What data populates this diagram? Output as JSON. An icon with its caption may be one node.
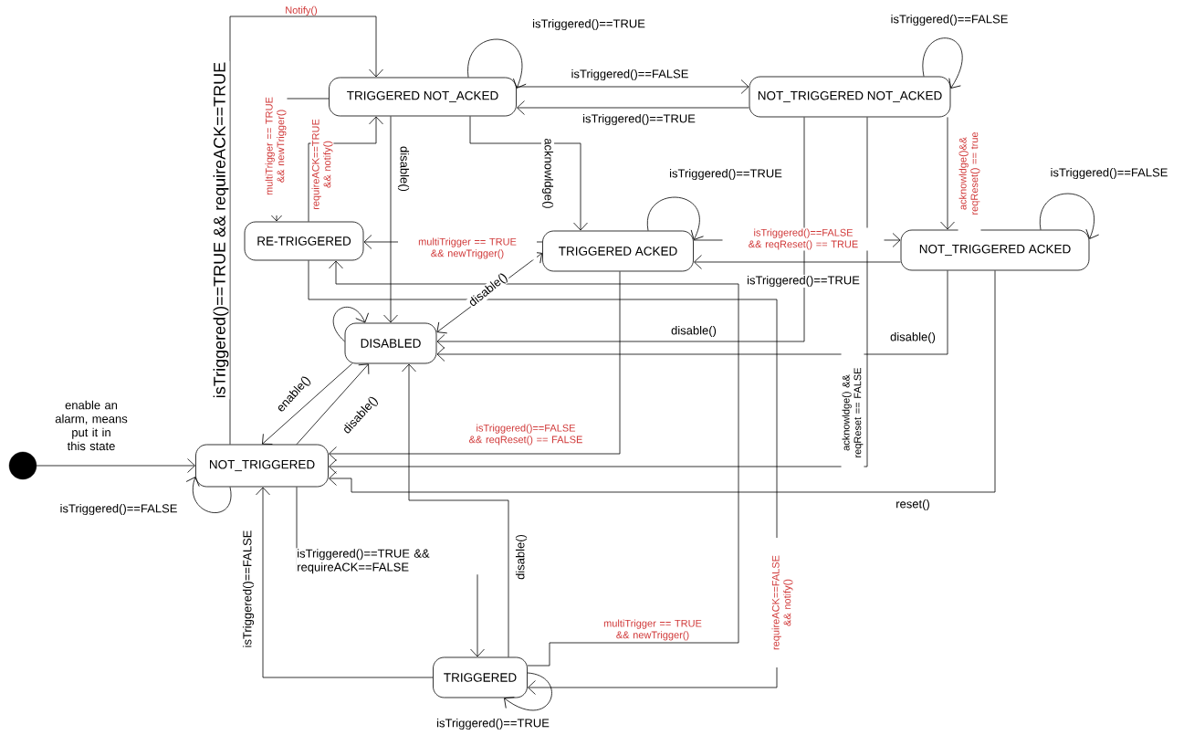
{
  "diagram": {
    "nodes": [
      {
        "text": [
          "TRIGGERED NOT_ACKED"
        ]
      },
      {
        "text": [
          "NOT_TRIGGERED NOT_ACKED"
        ]
      },
      {
        "text": [
          "RE-TRIGGERED"
        ]
      },
      {
        "text": [
          "TRIGGERED ACKED"
        ]
      },
      {
        "text": [
          "NOT_TRIGGERED ACKED"
        ]
      },
      {
        "text": [
          "DISABLED"
        ]
      },
      {
        "text": [],
        "shape": "circle"
      },
      {
        "text": [
          "NOT_TRIGGERED"
        ]
      },
      {
        "text": [
          "TRIGGERED"
        ]
      }
    ],
    "edges": [
      {
        "from": 6,
        "to": 7,
        "arrow": "to",
        "label": "enable an alarm, means put it in this state"
      },
      {
        "from": 7,
        "to": 7,
        "arrow": "to",
        "label": "isTriggered()==FALSE"
      },
      {
        "from": 7,
        "to": 0,
        "arrow": "to",
        "label": "isTriggered()==TRUE && requireACK==TRUE"
      },
      {
        "from": 0,
        "to": 0,
        "arrow": "to",
        "label": "isTriggered()==TRUE"
      },
      {
        "from": 0,
        "to": 1,
        "arrow": "to",
        "label": "isTriggered()==FALSE"
      },
      {
        "from": 1,
        "to": 0,
        "arrow": "to",
        "label": "isTriggered()==TRUE"
      },
      {
        "from": 1,
        "to": 1,
        "arrow": "to",
        "label": "isTriggered()==FALSE"
      },
      {
        "from": 0,
        "to": 2,
        "arrow": "to",
        "label": "multiTrigger == TRUE && newTrigger()"
      },
      {
        "from": 2,
        "to": 0,
        "arrow": "to",
        "label": "requireACK==TRUE && notify()"
      },
      {
        "from": 0,
        "to": 5,
        "arrow": "to",
        "label": "disable()"
      },
      {
        "from": 0,
        "to": 3,
        "arrow": "to",
        "label": "acknowldge()"
      },
      {
        "from": 3,
        "to": 3,
        "arrow": "to",
        "label": "isTriggered()==TRUE"
      },
      {
        "from": 3,
        "to": 2,
        "arrow": "to",
        "label": "multiTrigger == TRUE && newTrigger()"
      },
      {
        "from": 3,
        "to": 4,
        "arrow": "to",
        "label": "isTriggered()==FALSE && reqReset() == TRUE"
      },
      {
        "from": 4,
        "to": 3,
        "arrow": "to",
        "label": "isTriggered()==TRUE"
      },
      {
        "from": 4,
        "to": 4,
        "arrow": "to",
        "label": "isTriggered()==FALSE"
      },
      {
        "from": 1,
        "to": 4,
        "arrow": "to",
        "label": "acknowldge()&& reqReset() == true"
      },
      {
        "from": 3,
        "to": 5,
        "arrow": "both",
        "label": "disable()"
      },
      {
        "from": 5,
        "to": 5,
        "arrow": "to"
      },
      {
        "from": 1,
        "to": 5,
        "arrow": "to",
        "label": "disable()"
      },
      {
        "from": 4,
        "to": 5,
        "arrow": "to",
        "label": "disable()"
      },
      {
        "from": 3,
        "to": 7,
        "arrow": "to",
        "label": "isTriggered()==FALSE && reqReset() == FALSE"
      },
      {
        "from": 1,
        "to": 7,
        "arrow": "to",
        "label": "acknowldge() && reqReset == FALSE"
      },
      {
        "from": 4,
        "to": 7,
        "arrow": "to",
        "label": "reset()"
      },
      {
        "from": 5,
        "to": 7,
        "arrow": "to",
        "label": "enable()"
      },
      {
        "from": 7,
        "to": 5,
        "arrow": "to",
        "label": "disable()"
      },
      {
        "from": 7,
        "to": 8,
        "arrow": "to",
        "label": "isTriggered()==TRUE && requireACK==FALSE"
      },
      {
        "from": 8,
        "to": 7,
        "arrow": "to",
        "label": "isTriggered()==FALSE"
      },
      {
        "from": 8,
        "to": 8,
        "arrow": "to",
        "label": "isTriggered()==TRUE"
      },
      {
        "from": 8,
        "to": 5,
        "arrow": "to",
        "label": "disable()"
      },
      {
        "from": 8,
        "to": 2,
        "arrow": "to",
        "label": "multiTrigger == TRUE && newTrigger()"
      },
      {
        "from": 2,
        "to": 8,
        "arrow": "to",
        "label": "requireACK==FALSE && notify()"
      }
    ],
    "labels": [
      "Notify()"
    ]
  }
}
